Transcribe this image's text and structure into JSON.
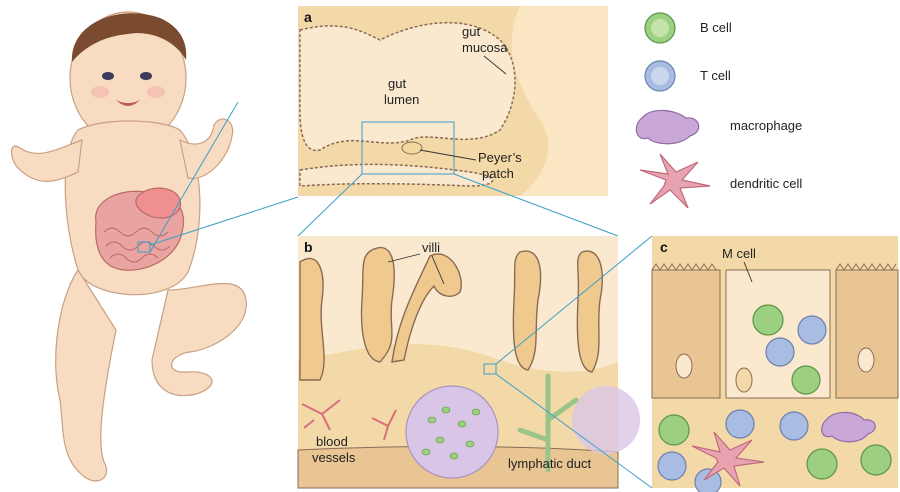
{
  "panels": {
    "a": {
      "letter": "a",
      "labels": {
        "gut_mucosa": [
          "gut",
          "mucosa"
        ],
        "gut_lumen": [
          "gut",
          "lumen"
        ],
        "peyers_patch": [
          "Peyer’s",
          "patch"
        ]
      }
    },
    "b": {
      "letter": "b",
      "labels": {
        "villi": "villi",
        "blood_vessels": [
          "blood",
          "vessels"
        ],
        "lymphatic_duct": "lymphatic duct"
      }
    },
    "c": {
      "letter": "c",
      "labels": {
        "m_cell": "M cell"
      }
    }
  },
  "legend": [
    {
      "name": "B cell",
      "icon": "b-cell-icon",
      "color": "#9ccf7f"
    },
    {
      "name": "T cell",
      "icon": "t-cell-icon",
      "color": "#a9bde2"
    },
    {
      "name": "macrophage",
      "icon": "macrophage-icon",
      "color": "#c9a8d8"
    },
    {
      "name": "dendritic cell",
      "icon": "dendritic-cell-icon",
      "color": "#e7a3b0"
    }
  ],
  "colors": {
    "skin": "#f7dcc2",
    "tissue": "#f4d9a8",
    "mucosa": "#f0c98f",
    "guide_line": "#3aa0c8",
    "intestine": "#e9a3a0",
    "patch": "#d9c6e6"
  }
}
